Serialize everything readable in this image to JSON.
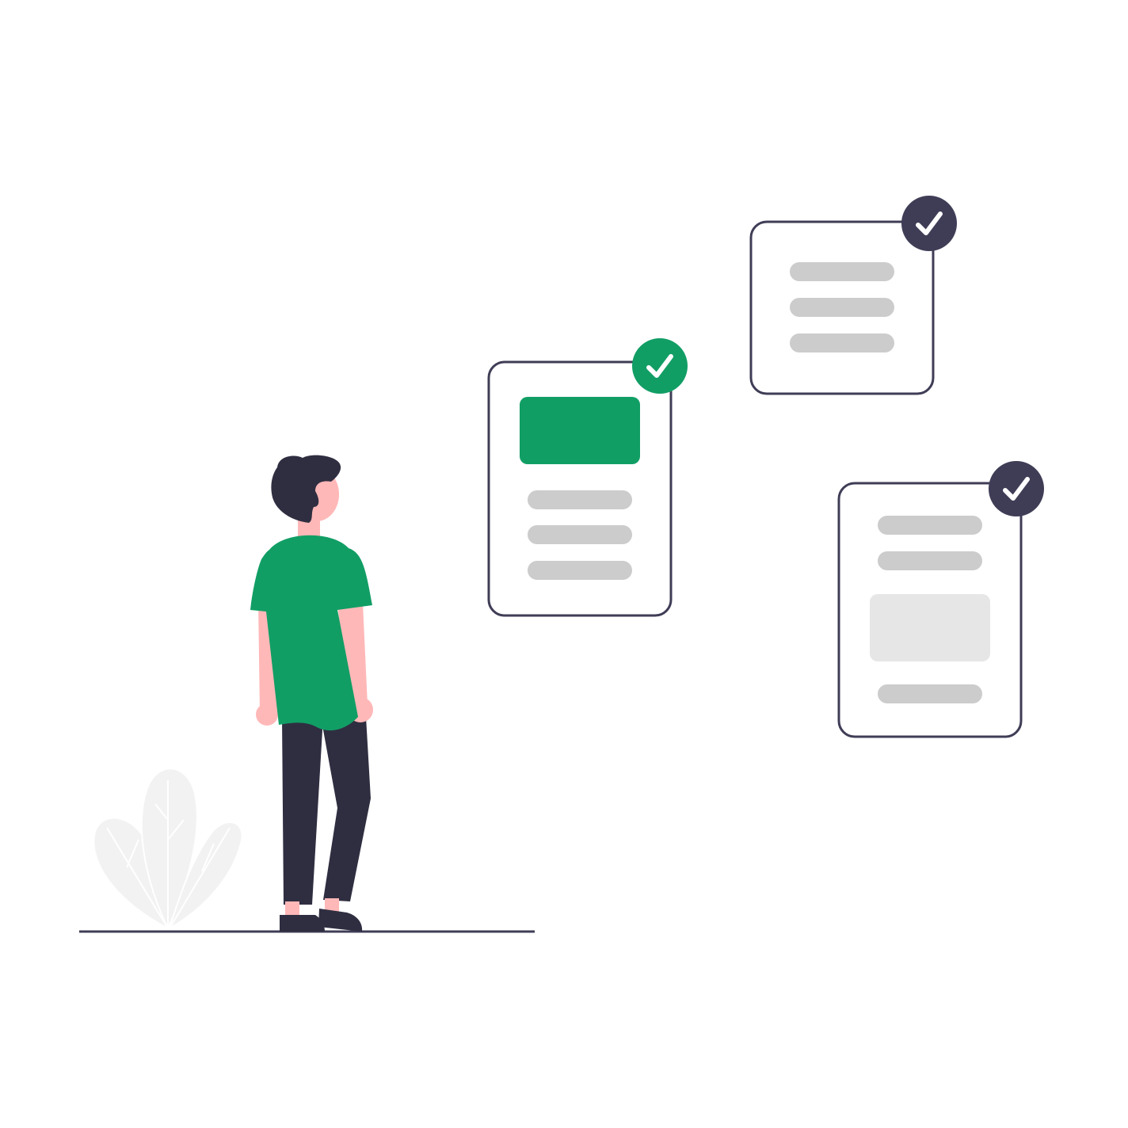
{
  "illustration": {
    "colors": {
      "accent": "#119e65",
      "dark": "#2f2e41",
      "skin": "#ffb8b8",
      "line": "#3f3d56",
      "bar_gray": "#cccccc",
      "block_gray": "#e6e6e6",
      "plant": "#f2f2f2",
      "card_bg": "#ffffff"
    },
    "cards": [
      {
        "id": "card-left",
        "check_color": "accent",
        "checked": true,
        "content": [
          "block-accent",
          "bar",
          "bar",
          "bar"
        ]
      },
      {
        "id": "card-top-right",
        "check_color": "dark",
        "checked": true,
        "content": [
          "bar",
          "bar",
          "bar"
        ]
      },
      {
        "id": "card-bottom-right",
        "check_color": "dark",
        "checked": true,
        "content": [
          "bar",
          "bar",
          "block-gray",
          "bar"
        ]
      }
    ],
    "icons": {
      "check": "check-icon",
      "person": "person-figure",
      "plant": "plant-icon"
    }
  }
}
